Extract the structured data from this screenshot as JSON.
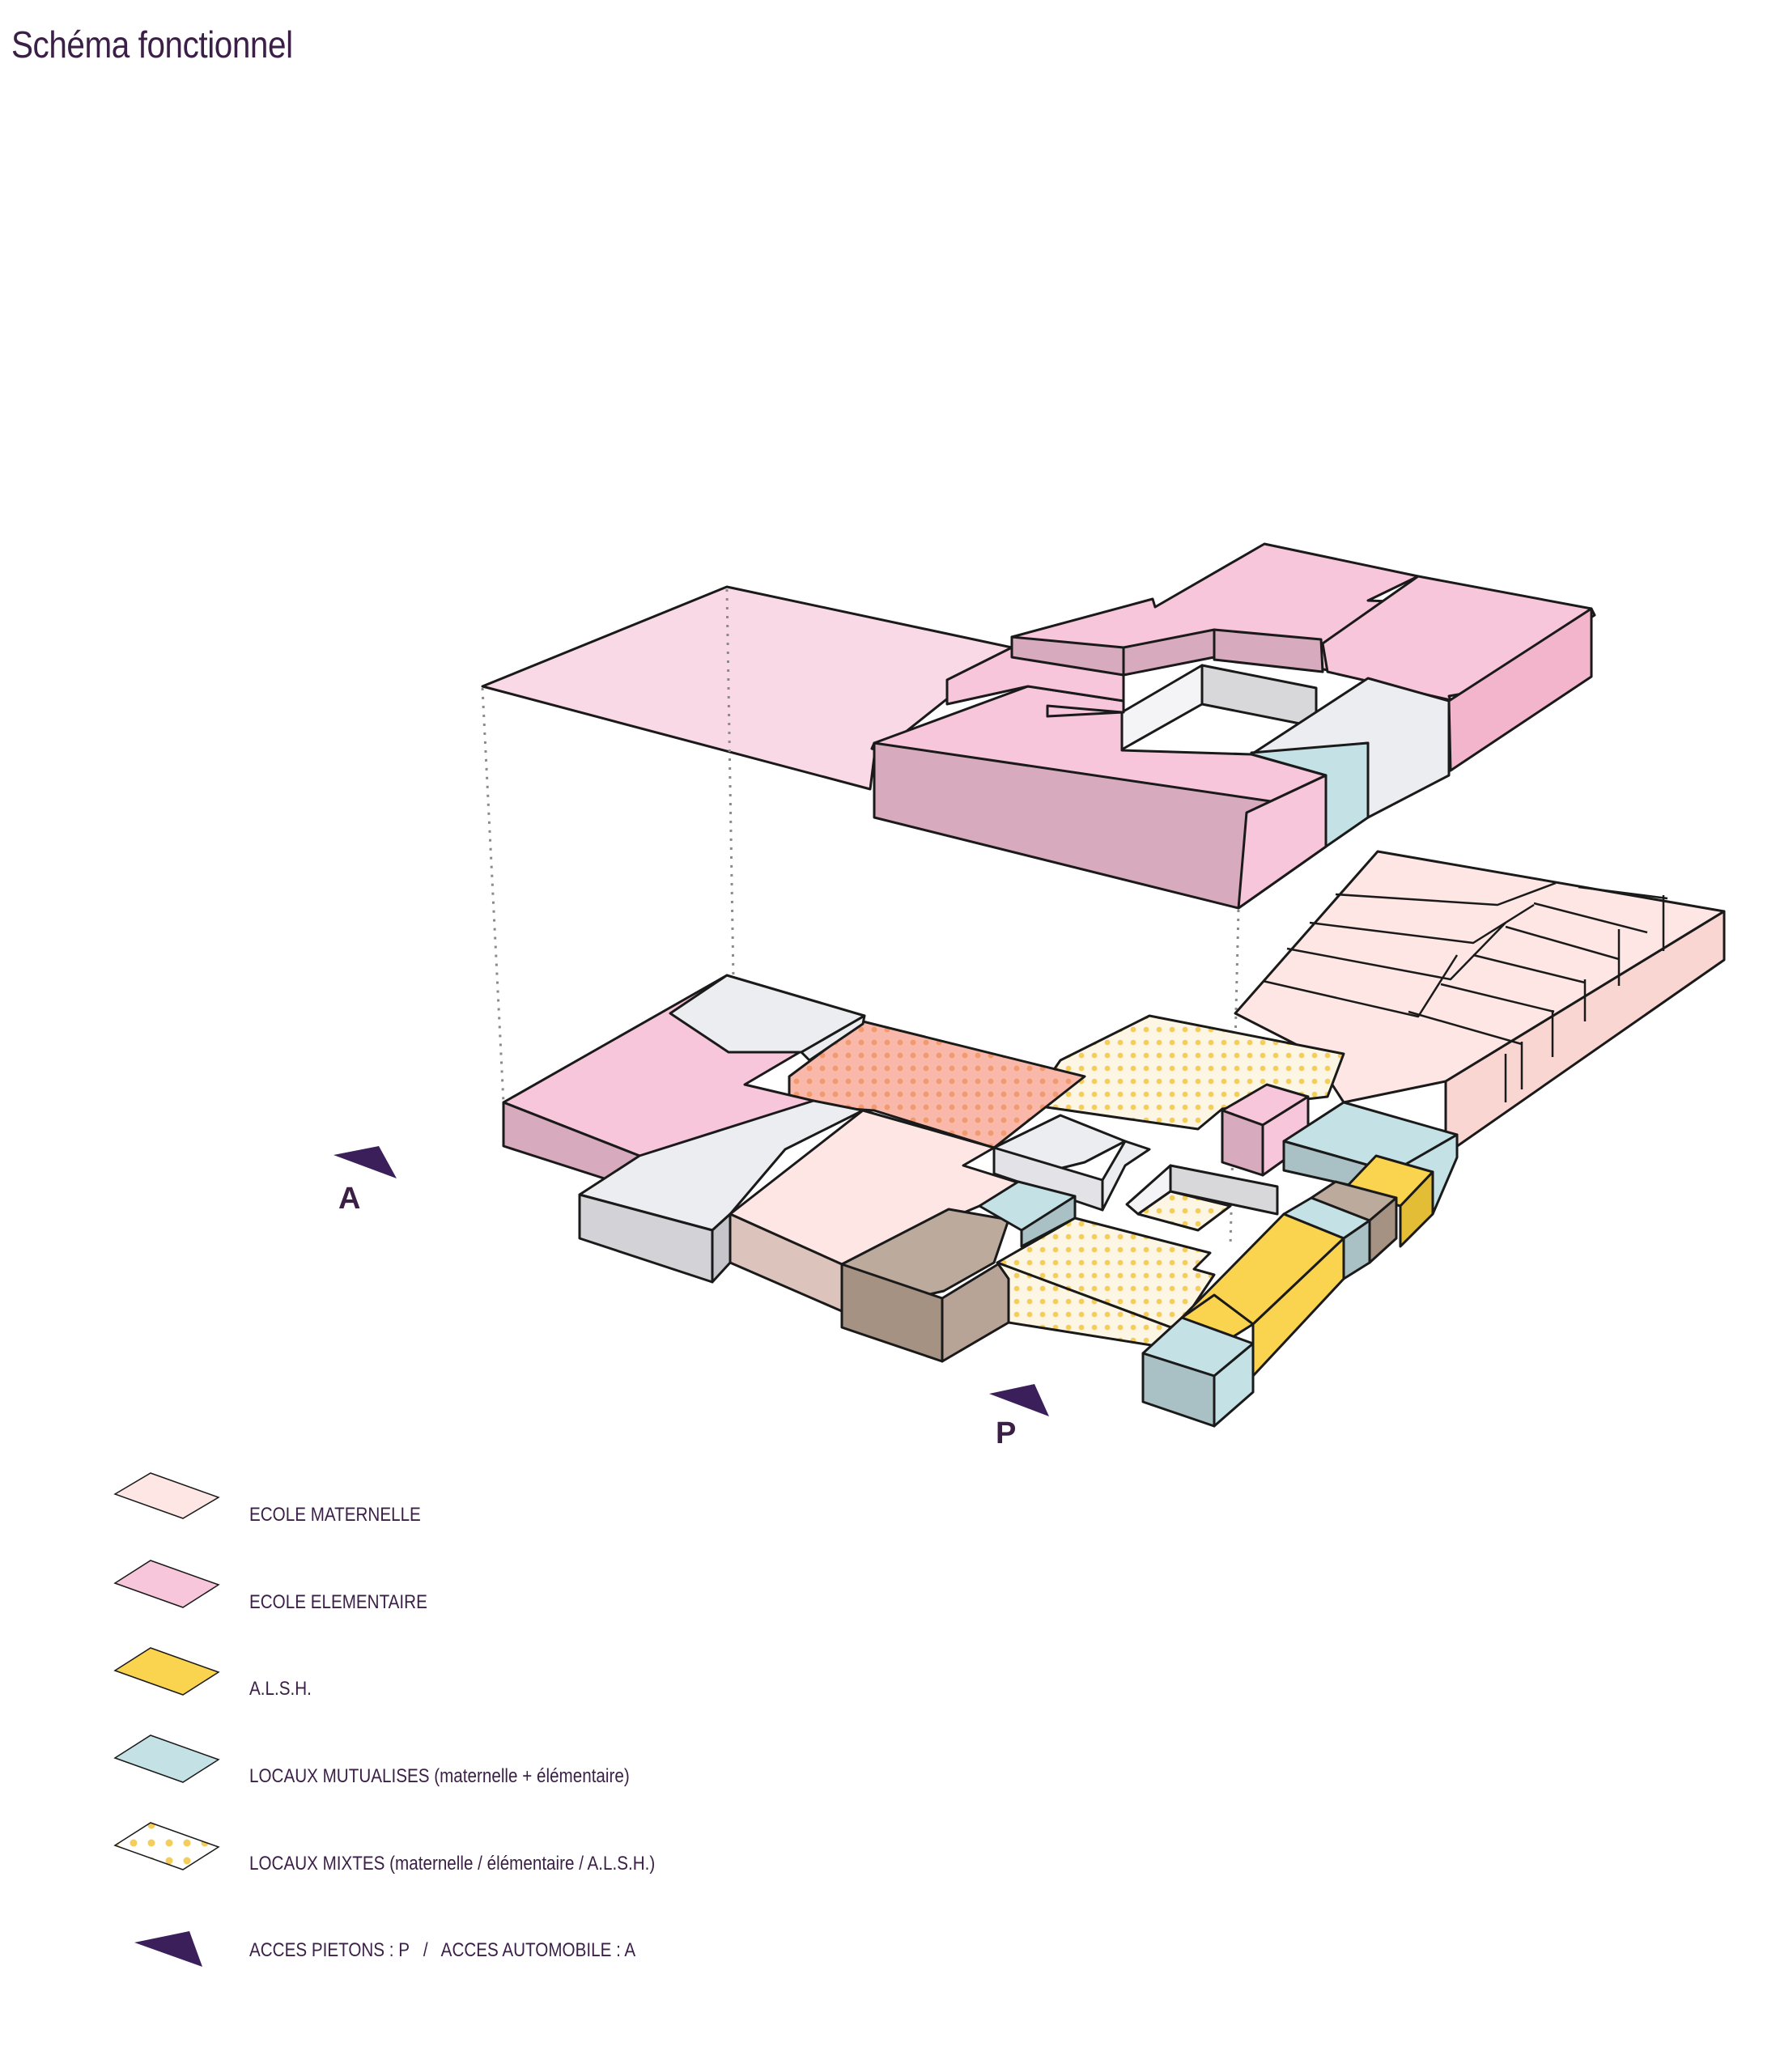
{
  "title": "Schéma fonctionnel",
  "colors": {
    "maternelle_top": "#fde6e4",
    "maternelle_side": "#dcc4bd",
    "elementaire_top": "#f8c6da",
    "elementaire_side": "#d7aabd",
    "alsh": "#fad44e",
    "alsh_side": "#e4bd36",
    "mutualises_top": "#c4e2e6",
    "mutualises_side": "#a9c0c4",
    "mixtes_dot": "#f4cd5b",
    "mixtes_dot_pink": "#f3a98c",
    "service_top": "#bcaa9c",
    "service_side": "#a69283",
    "grey_top": "#e9eaee",
    "grey_side": "#d3d3d7",
    "access": "#3b1f5a",
    "text": "#3b1f47"
  },
  "access_markers": {
    "automobile_letter": "A",
    "pietons_letter": "P"
  },
  "legend": [
    {
      "key": "maternelle",
      "label": "ECOLE MATERNELLE"
    },
    {
      "key": "elementaire",
      "label": "ECOLE ELEMENTAIRE"
    },
    {
      "key": "alsh",
      "label": "A.L.S.H."
    },
    {
      "key": "mutualises",
      "label": "LOCAUX MUTUALISES (maternelle + élémentaire)"
    },
    {
      "key": "mixtes",
      "label": "LOCAUX MIXTES (maternelle / élémentaire / A.L.S.H.)"
    },
    {
      "key": "acces",
      "label": "ACCES PIETONS : P   /   ACCES AUTOMOBILE : A"
    }
  ]
}
